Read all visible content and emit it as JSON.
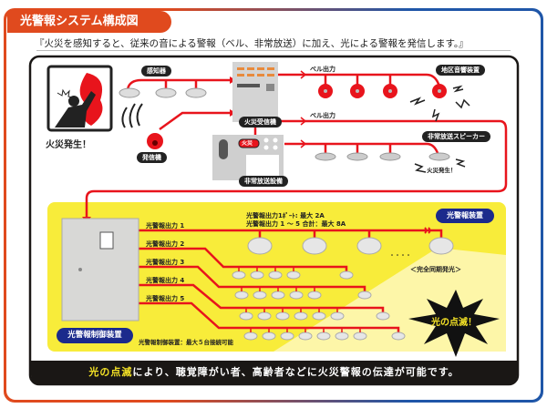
{
  "title": "光警報システム構成図",
  "subtitle": "『火災を感知すると、従来の音による警報（ベル、非常放送）に加え、光による警報を発信します。』",
  "fire_label": "火災発生！",
  "detector_label": "感知器",
  "transmitter_label": "発信機",
  "receiver_label": "火災受信機",
  "broadcast_label": "非常放送設備",
  "broadcast_badge": "火災",
  "bell_output_1": "ベル出力",
  "bell_output_2": "ベル出力",
  "district_bell_label": "地区音響装置",
  "speaker_label": "非常放送スピーカー",
  "speaker_fire_text": "火災発生！",
  "control_unit_label": "光警報制御装置",
  "control_unit_note": "光警報制御装置：最大５台接続可能",
  "outputs": [
    "光警報出力 1",
    "光警報出力 2",
    "光警報出力 3",
    "光警報出力 4",
    "光警報出力 5"
  ],
  "current_1": "光警報出力1ﾎﾟｰﾄ: 最大 2A",
  "current_2": "光警報出力 1 ～ 5 合計：最大 8A",
  "strobe_label": "光警報装置",
  "sync_label": "＜完全同期発光＞",
  "flash_label": "光の点滅！",
  "footer_highlight": "光の点滅",
  "footer_text": "により、聴覚障がい者、高齢者などに火災警報の伝達が可能です。",
  "colors": {
    "red": "#e8141c",
    "orange": "#e04a1e",
    "blue": "#1b2a8c",
    "yellow": "#f8ec3a"
  }
}
